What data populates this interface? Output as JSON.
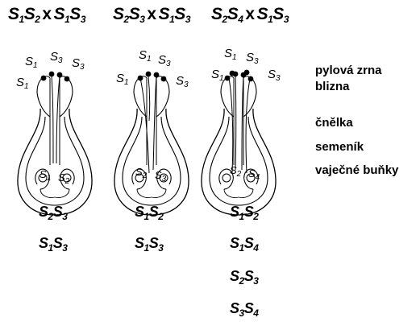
{
  "crosses": [
    {
      "a": "S",
      "a1": "1",
      "b": "S",
      "b1": "2",
      "x": "x",
      "c": "S",
      "c1": "1",
      "d": "S",
      "d1": "3"
    },
    {
      "a": "S",
      "a1": "2",
      "b": "S",
      "b1": "3",
      "x": "x",
      "c": "S",
      "c1": "1",
      "d": "S",
      "d1": "3"
    },
    {
      "a": "S",
      "a1": "2",
      "b": "S",
      "b1": "4",
      "x": "x",
      "c": "S",
      "c1": "1",
      "d": "S",
      "d1": "3"
    }
  ],
  "pistils": [
    {
      "pollen": [
        "S1",
        "S3",
        "S3",
        "S1"
      ],
      "ovules": [
        "S1",
        "S2"
      ]
    },
    {
      "pollen": [
        "S1",
        "S3",
        "S3",
        "S1"
      ],
      "ovules": [
        "S2",
        "S3"
      ]
    },
    {
      "pollen": [
        "S1",
        "S3",
        "S3",
        "S1"
      ],
      "ovules": [
        "S2",
        "S4"
      ]
    }
  ],
  "labels": {
    "pollen": "pylová zrna",
    "stigma": "blizna",
    "style": "čnělka",
    "ovary": "semeník",
    "egg_cells": "vaječné buňky"
  },
  "offspring": [
    [
      {
        "s": "S",
        "n": "2",
        "t": "S",
        "m": "3"
      },
      {
        "s": "S",
        "n": "1",
        "t": "S",
        "m": "3"
      }
    ],
    [
      {
        "s": "S",
        "n": "1",
        "t": "S",
        "m": "2"
      },
      {
        "s": "S",
        "n": "1",
        "t": "S",
        "m": "3"
      }
    ],
    [
      {
        "s": "S",
        "n": "1",
        "t": "S",
        "m": "2"
      },
      {
        "s": "S",
        "n": "1",
        "t": "S",
        "m": "4"
      },
      {
        "s": "S",
        "n": "2",
        "t": "S",
        "m": "3"
      },
      {
        "s": "S",
        "n": "3",
        "t": "S",
        "m": "4"
      }
    ]
  ]
}
